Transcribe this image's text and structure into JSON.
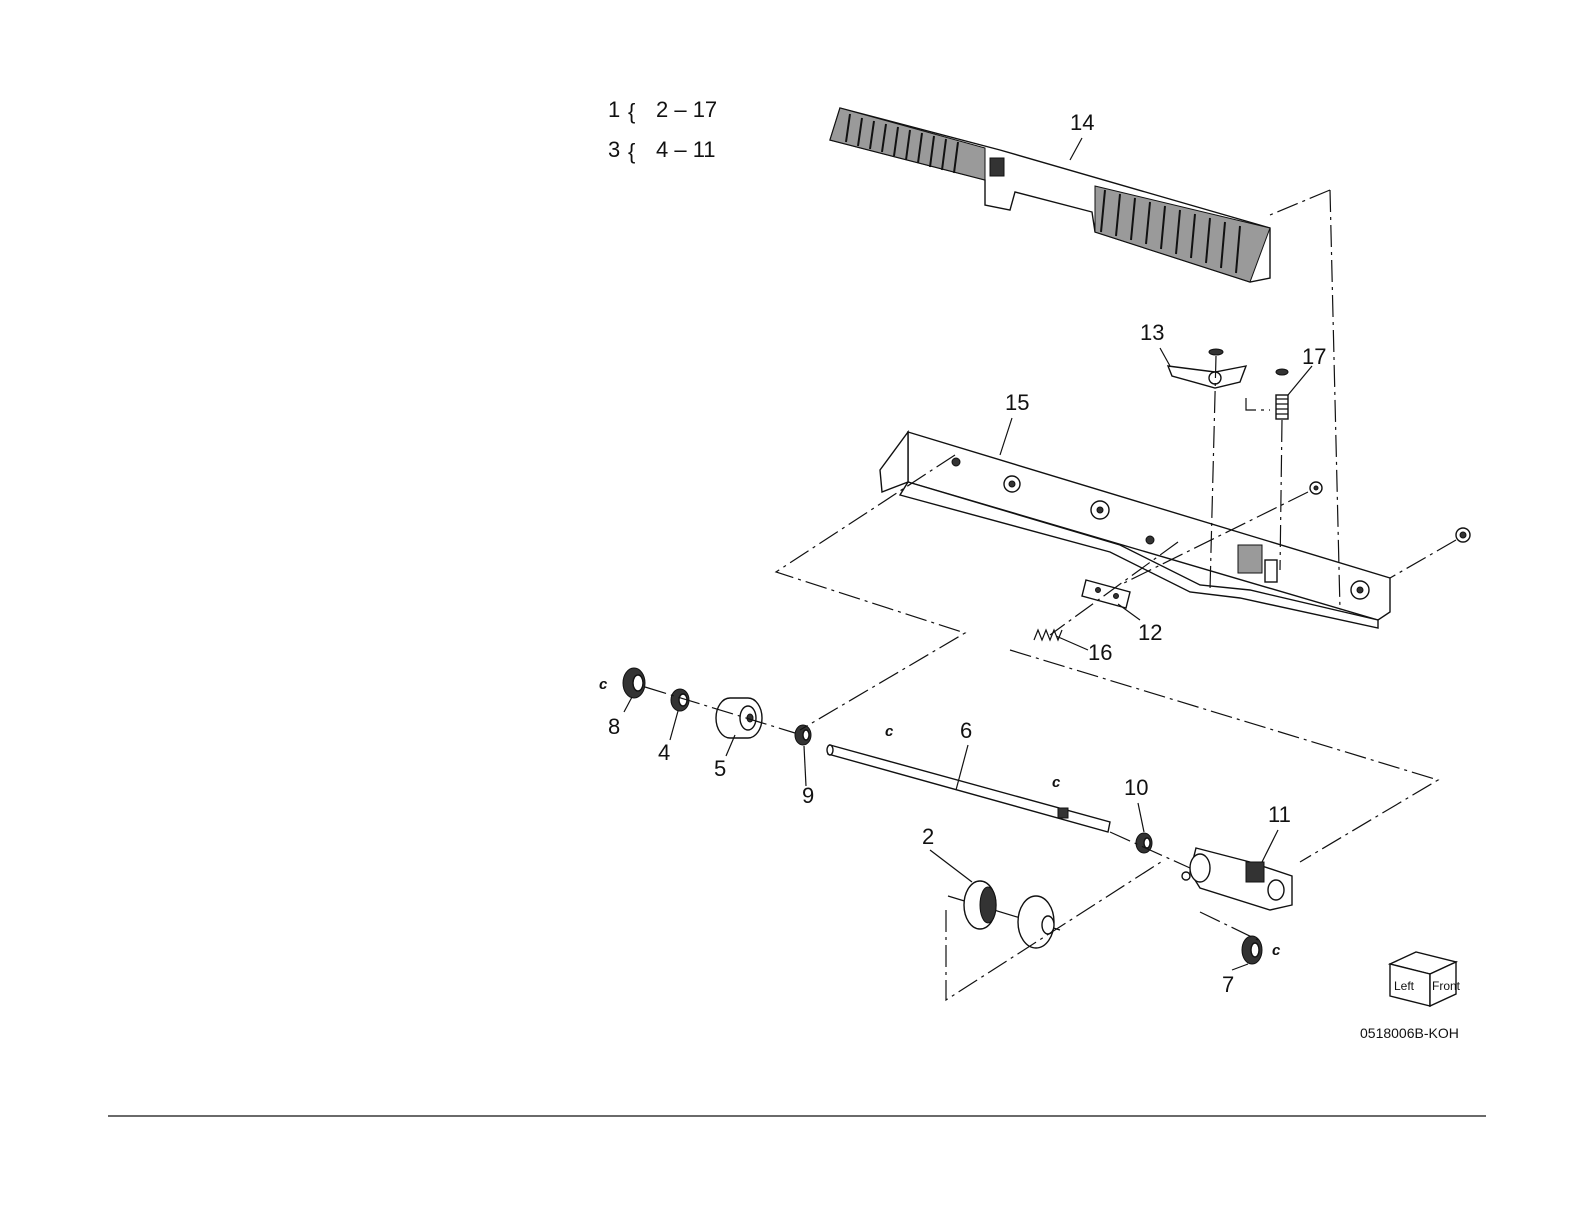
{
  "legend": {
    "rows": [
      {
        "parent": "1",
        "range": "2 – 17"
      },
      {
        "parent": "3",
        "range": "4 – 11"
      }
    ]
  },
  "callouts": {
    "c2": "2",
    "c4": "4",
    "c5": "5",
    "c6": "6",
    "c7": "7",
    "c8": "8",
    "c9": "9",
    "c10": "10",
    "c11": "11",
    "c12": "12",
    "c13": "13",
    "c14": "14",
    "c15": "15",
    "c16": "16",
    "c17": "17"
  },
  "clip_mark": "c",
  "orientation": {
    "left": "Left",
    "front": "Front"
  },
  "drawing_code": "0518006B-KOH"
}
